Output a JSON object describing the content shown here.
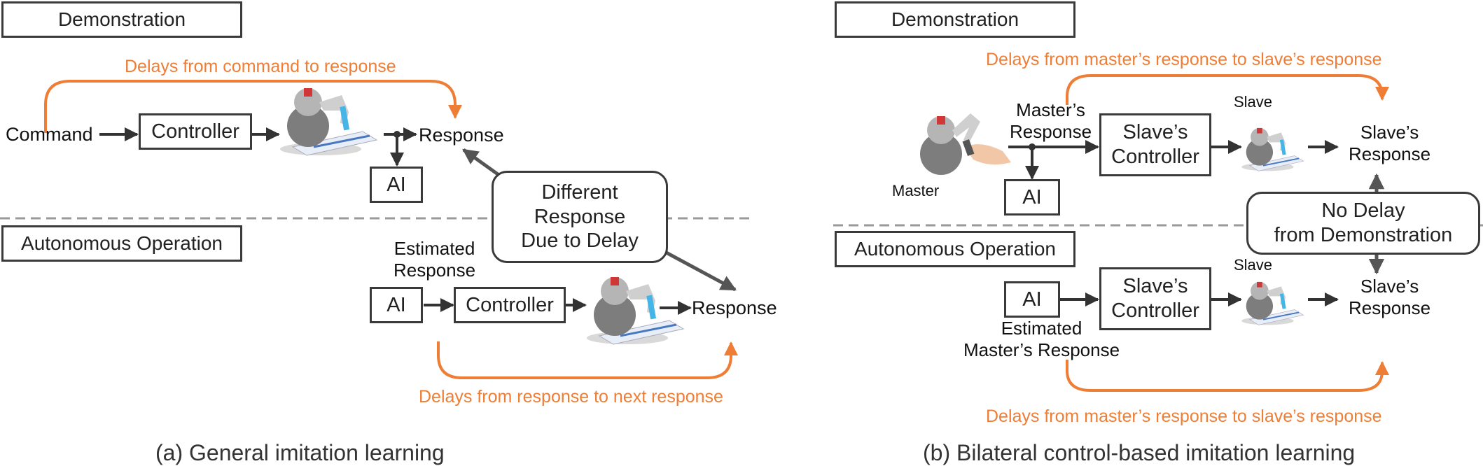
{
  "panel_a": {
    "demo_label": "Demonstration",
    "auto_label": "Autonomous Operation",
    "delay_top": "Delays from command to response",
    "command": "Command",
    "controller_top": "Controller",
    "response_top": "Response",
    "ai_top": "AI",
    "diff_line1": "Different",
    "diff_line2": "Response",
    "diff_line3": "Due to Delay",
    "est_line1": "Estimated",
    "est_line2": "Response",
    "ai_bottom": "AI",
    "controller_bottom": "Controller",
    "response_bottom": "Response",
    "delay_bottom": "Delays from response to next response",
    "caption": "(a) General imitation learning"
  },
  "panel_b": {
    "demo_label": "Demonstration",
    "auto_label": "Autonomous Operation",
    "delay_top": "Delays from master’s response to slave’s response",
    "master_resp_line1": "Master’s",
    "master_resp_line2": "Response",
    "slave_ctrl_top_line1": "Slave’s",
    "slave_ctrl_top_line2": "Controller",
    "slave_top": "Slave",
    "slave_resp_top_line1": "Slave’s",
    "slave_resp_top_line2": "Response",
    "master": "Master",
    "ai_top": "AI",
    "nodelay_line1": "No Delay",
    "nodelay_line2": "from Demonstration",
    "ai_bottom": "AI",
    "slave_ctrl_bottom_line1": "Slave’s",
    "slave_ctrl_bottom_line2": "Controller",
    "slave_bottom": "Slave",
    "slave_resp_bottom_line1": "Slave’s",
    "slave_resp_bottom_line2": "Response",
    "est_master_line1": "Estimated",
    "est_master_line2": "Master’s Response",
    "delay_bottom": "Delays from master’s response to slave’s response",
    "caption": "(b) Bilateral control-based imitation learning"
  },
  "colors": {
    "accent": "#ee7d36",
    "dark": "#3a3a3a",
    "dashed": "#999999"
  },
  "icons": [
    "haptic-robot-icon",
    "haptic-robot-with-hand-icon"
  ]
}
